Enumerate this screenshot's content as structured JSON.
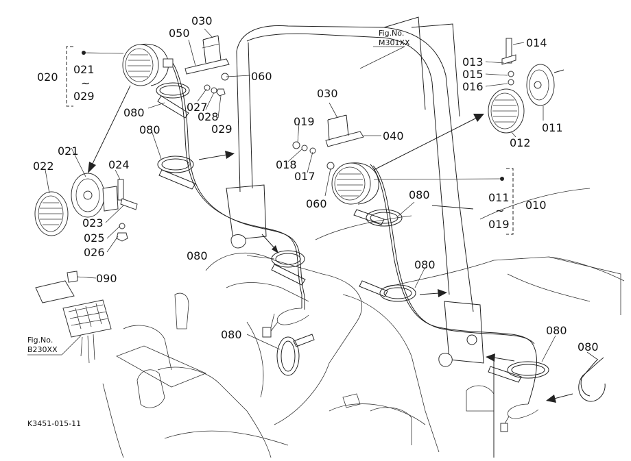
{
  "figure": {
    "code": "K3451-015-11",
    "ref_top": {
      "line1": "Fig.No.",
      "line2": "M301XX"
    },
    "ref_left": {
      "line1": "Fig.No.",
      "line2": "B230XX"
    }
  },
  "callouts": {
    "p014": "014",
    "p013": "013",
    "p015": "015",
    "p016": "016",
    "p011": "011",
    "p012": "012",
    "p030a": "030",
    "p050": "050",
    "p060a": "060",
    "p027": "027",
    "p028": "028",
    "p029": "029",
    "p080a": "080",
    "p080b": "080",
    "p030b": "030",
    "p019": "019",
    "p040": "040",
    "p018": "018",
    "p017": "017",
    "p060b": "060",
    "p021": "021",
    "p022": "022",
    "p024": "024",
    "p023": "023",
    "p025": "025",
    "p026": "026",
    "p080c": "080",
    "p080d": "080",
    "p080e": "080",
    "p080f": "080",
    "p080g": "080",
    "p080h": "080",
    "p090": "090"
  },
  "groups": {
    "g020": {
      "label": "020",
      "from": "021",
      "tilde": "~",
      "to": "029"
    },
    "g010": {
      "label": "010",
      "from": "011",
      "tilde": "~",
      "to": "019"
    }
  }
}
